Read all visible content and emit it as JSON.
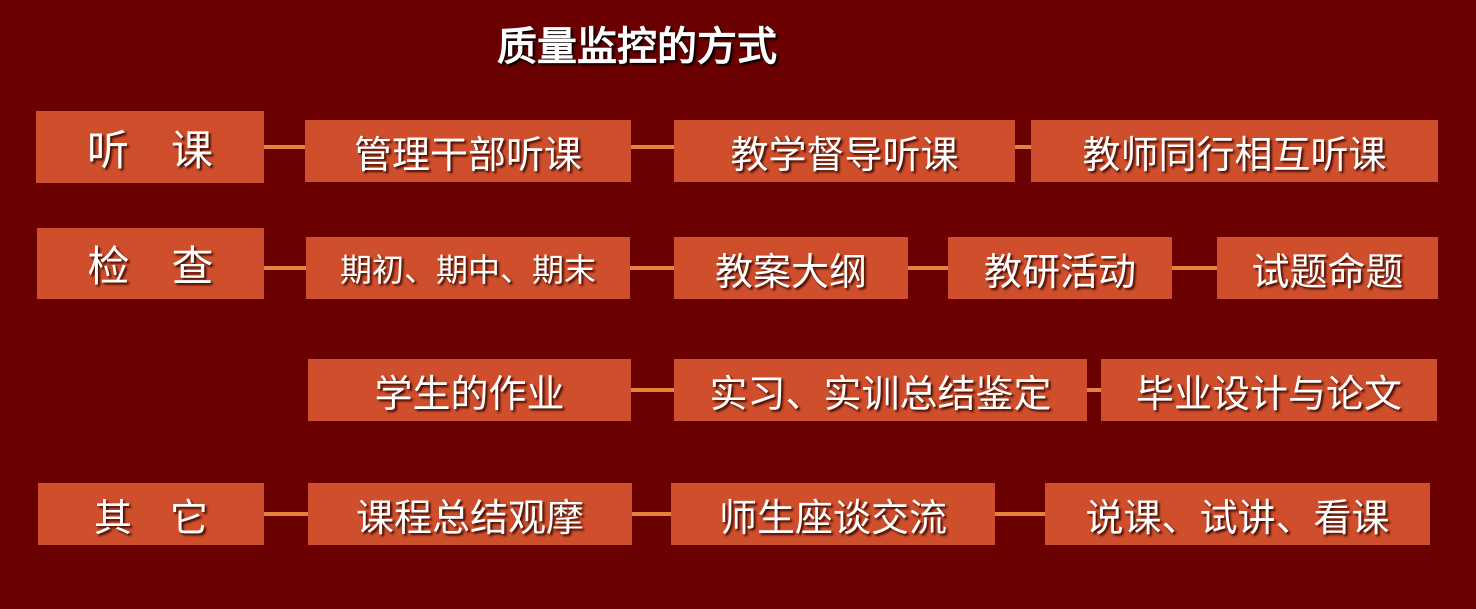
{
  "title": "质量监控的方式",
  "rows": [
    {
      "category": "听　课",
      "items": [
        "管理干部听课",
        "教学督导听课",
        "教师同行相互听课"
      ]
    },
    {
      "category": "检　查",
      "items": [
        "期初、期中、期末",
        "教案大纲",
        "教研活动",
        "试题命题"
      ]
    },
    {
      "category": "",
      "items": [
        "学生的作业",
        "实习、实训总结鉴定",
        "毕业设计与论文"
      ]
    },
    {
      "category": "其　它",
      "items": [
        "课程总结观摩",
        "师生座谈交流",
        "说课、试讲、看课"
      ]
    }
  ],
  "colors": {
    "background": "#6a0000",
    "box": "#cf4e2c",
    "connector": "#e8823a"
  }
}
